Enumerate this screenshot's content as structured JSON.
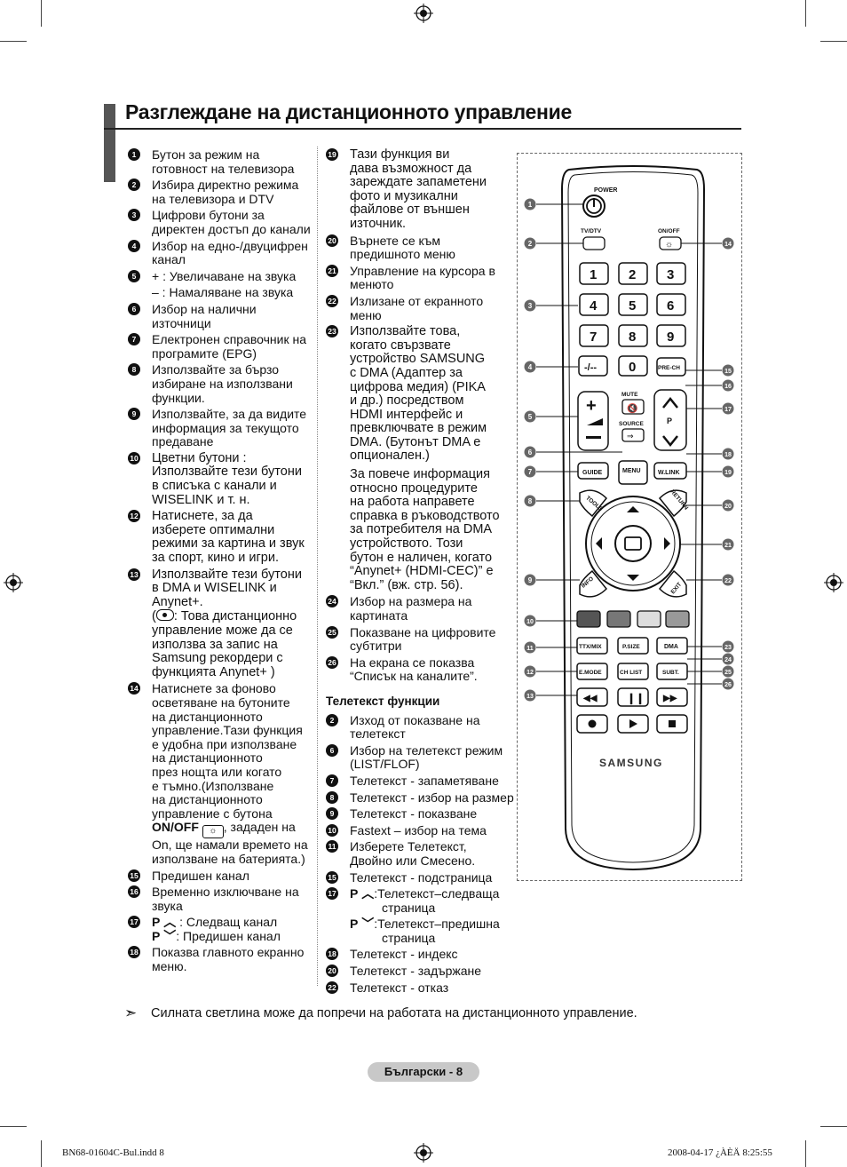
{
  "title": "Разглеждане на дистанционното управление",
  "left_items": [
    {
      "n": "1",
      "lines": [
        "Бутон за режим на",
        "готовност на телевизора"
      ]
    },
    {
      "n": "2",
      "lines": [
        "Избира директно режима",
        "на телевизора и DTV"
      ]
    },
    {
      "n": "3",
      "lines": [
        "Цифрови бутони за",
        "директен достъп до канали"
      ]
    },
    {
      "n": "4",
      "lines": [
        "Избор на едно-/двуцифрен",
        "канал"
      ]
    },
    {
      "n": "5",
      "lines": [
        "+ : Увеличаване на звука"
      ]
    },
    {
      "n": "",
      "lines": [
        "– : Намаляване на звука"
      ]
    },
    {
      "n": "6",
      "lines": [
        "Избор на налични",
        "източници"
      ]
    },
    {
      "n": "7",
      "lines": [
        "Електронен справочник на",
        "програмите (EPG)"
      ]
    },
    {
      "n": "8",
      "lines": [
        "Използвайте за бързо",
        "избиране на използвани",
        "функции."
      ]
    },
    {
      "n": "9",
      "lines": [
        "Използвайте, за да видите",
        "информация за текущото",
        "предаване"
      ]
    },
    {
      "n": "10",
      "lines": [
        "Цветни бутони :",
        "Използвайте тези бутони",
        "в списъка с канали и",
        "WISELINK и т. н."
      ]
    },
    {
      "n": "12",
      "lines": [
        "Натиснете, за да",
        "изберете оптимални",
        "режими за картина и звук",
        "за спорт, кино и игри."
      ]
    },
    {
      "n": "13",
      "lines": [
        "Използвайте тези бутони",
        "в DMA и WISELINK и",
        "Anynet+."
      ]
    }
  ],
  "item13_extra": [
    "(     : Това дистанционно",
    "управление може да се",
    "използва за запис на",
    "Samsung рекордери с",
    "функцията Anynet+ )"
  ],
  "item14": {
    "n": "14",
    "lines": [
      "Натиснете за фоново",
      "осветяване на бутоните",
      "на дистанционното",
      "управление.Тази функция",
      "е удобна при използване",
      "на дистанционното",
      "през нощта или когато",
      "е тъмно.(Използване",
      "на дистанционното",
      "управление с бутона"
    ]
  },
  "item14_onoff": "ON/OFF",
  "item14_tail": [
    ", зададен на",
    "On, ще намали времето на",
    "използване на батерията.)"
  ],
  "left_items2": [
    {
      "n": "15",
      "lines": [
        "Предишен канал"
      ]
    },
    {
      "n": "16",
      "lines": [
        "Временно изключване на",
        "звука"
      ]
    }
  ],
  "item17": {
    "n": "17",
    "p_up": "P",
    "up_text": ": Следващ канал",
    "p_down": "P",
    "down_text": ": Предишен канал"
  },
  "item18": {
    "n": "18",
    "lines": [
      "Показва главното екранно",
      "меню."
    ]
  },
  "right_items": [
    {
      "n": "19",
      "lines": [
        "Тази функция ви",
        "дава възможност да",
        "зареждате запаметени",
        "фото и музикални",
        "файлове от външен",
        "източник."
      ]
    },
    {
      "n": "20",
      "lines": [
        "Върнете се към",
        "предишното меню"
      ]
    },
    {
      "n": "21",
      "lines": [
        "Управление на курсора в",
        "менюто"
      ]
    },
    {
      "n": "22",
      "lines": [
        "Излизане от екранното",
        "меню"
      ]
    },
    {
      "n": "23",
      "lines": [
        "Използвайте това,",
        "когато свързвате",
        "устройство SAMSUNG",
        "с DMA (Адаптер за",
        "цифрова медия) (PIKA",
        "и др.) посредством",
        "HDMI интерфейс и",
        "превключвате в режим",
        "DMA. (Бутонът DMA е",
        "опционален.)"
      ]
    }
  ],
  "item23_extra": [
    "За повече информация",
    "относно процедурите",
    "на работа направете",
    "справка в ръководството",
    "за потребителя на DMA",
    "устройството. Този",
    "бутон е наличен, когато",
    "“Anynet+ (HDMI-CEC)” е",
    "“Вкл.” (вж. стр. 56)."
  ],
  "right_items2": [
    {
      "n": "24",
      "lines": [
        "Избор на размера на",
        "картината"
      ]
    },
    {
      "n": "25",
      "lines": [
        "Показване на цифровите",
        "субтитри"
      ]
    },
    {
      "n": "26",
      "lines": [
        "На екрана се показва",
        "“Списък на каналите”."
      ]
    }
  ],
  "teletext_title": "Телетекст функции",
  "teletext": [
    {
      "n": "2",
      "lines": [
        "Изход от показване на",
        "телетекст"
      ]
    },
    {
      "n": "6",
      "lines": [
        "Избор на телетекст режим",
        "(LIST/FLOF)"
      ]
    },
    {
      "n": "7",
      "lines": [
        "Телетекст - запаметяване"
      ]
    },
    {
      "n": "8",
      "lines": [
        "Телетекст - избор на размер"
      ]
    },
    {
      "n": "9",
      "lines": [
        "Телетекст - показване"
      ]
    },
    {
      "n": "10",
      "lines": [
        "Fastext – избор на тема"
      ]
    },
    {
      "n": "11",
      "lines": [
        "Изберете Телетекст,",
        "Двойно или Смесено."
      ]
    },
    {
      "n": "15",
      "lines": [
        "Телетекст - подстраница"
      ]
    }
  ],
  "tt17": {
    "n": "17",
    "p": "P",
    "up_lines": [
      ":Телетекст–следваща",
      "страница"
    ],
    "down_lines": [
      ":Телетекст–предишна",
      "страница"
    ]
  },
  "teletext2": [
    {
      "n": "18",
      "lines": [
        "Телетекст - индекс"
      ]
    },
    {
      "n": "20",
      "lines": [
        "Телетекст - задържане"
      ]
    },
    {
      "n": "22",
      "lines": [
        "Телетекст - отказ"
      ]
    }
  ],
  "note": "Силната светлина може да попречи на работата на дистанционното управление.",
  "page_label": "Български - 8",
  "footer_left": "BN68-01604C-Bul.indd   8",
  "footer_right": "2008-04-17   ¿ÀÈÄ 8:25:55",
  "remote": {
    "power_label": "POWER",
    "tvdtv_label": "TV/DTV",
    "onoff_label": "ON/OFF",
    "digits": [
      "1",
      "2",
      "3",
      "4",
      "5",
      "6",
      "7",
      "8",
      "9"
    ],
    "dash_label": "-/--",
    "zero_label": "0",
    "prech_label": "PRE-CH",
    "mute_label": "MUTE",
    "source_label": "SOURCE",
    "p_label": "P",
    "guide_label": "GUIDE",
    "menu_label": "MENU",
    "wlink_label": "W.LINK",
    "tools_label": "TOOLS",
    "return_label": "RETURN",
    "info_label": "INFO",
    "exit_label": "EXIT",
    "ttx_label": "TTX/MIX",
    "psize_label": "P.SIZE",
    "dma_label": "DMA",
    "emode_label": "E.MODE",
    "chlist_label": "CH LIST",
    "subt_label": "SUBT.",
    "brand": "SAMSUNG",
    "callouts_left": [
      "1",
      "2",
      "3",
      "4",
      "5",
      "6",
      "7",
      "8",
      "9",
      "10",
      "11",
      "12",
      "13"
    ],
    "callouts_right": [
      "14",
      "15",
      "16",
      "17",
      "18",
      "19",
      "20",
      "21",
      "22",
      "23",
      "24",
      "25",
      "26"
    ]
  }
}
